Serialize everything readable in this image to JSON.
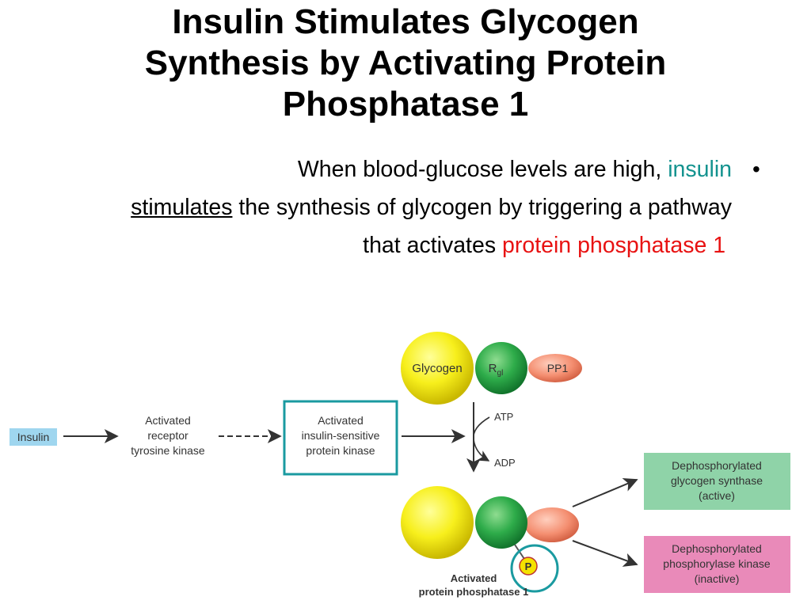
{
  "title": {
    "line1": "Insulin Stimulates Glycogen",
    "line2": "Synthesis by Activating Protein",
    "line3": "Phosphatase 1"
  },
  "bullet": {
    "marker": "•",
    "part1": "When blood-glucose levels are high,",
    "insulin": "insulin",
    "stimulates": "stimulates",
    "part2": "the synthesis of glycogen by triggering a pathway that activates",
    "protein_phosphatase": "protein phosphatase 1"
  },
  "diagram": {
    "insulin": "Insulin",
    "receptor": [
      "Activated",
      "receptor",
      "tyrosine kinase"
    ],
    "kinase": [
      "Activated",
      "insulin-sensitive",
      "protein kinase"
    ],
    "glycogen": "Glycogen",
    "rgl_main": "R",
    "rgl_sub": "gl",
    "pp1": "PP1",
    "atp": "ATP",
    "adp": "ADP",
    "phosphate": "P",
    "activated_pp1": [
      "Activated",
      "protein phosphatase 1"
    ],
    "synthase": [
      "Dephosphorylated",
      "glycogen synthase",
      "(active)"
    ],
    "phosphorylase": [
      "Dephosphorylated",
      "phosphorylase kinase",
      "(inactive)"
    ]
  },
  "colors": {
    "teal_text": "#14938f",
    "red_text": "#e81212",
    "box_teal": "#1a9aa0",
    "synthase_fill": "#8fd3a8",
    "phosphorylase_fill": "#e98ab9",
    "insulin_fill": "#9fd6ef"
  }
}
